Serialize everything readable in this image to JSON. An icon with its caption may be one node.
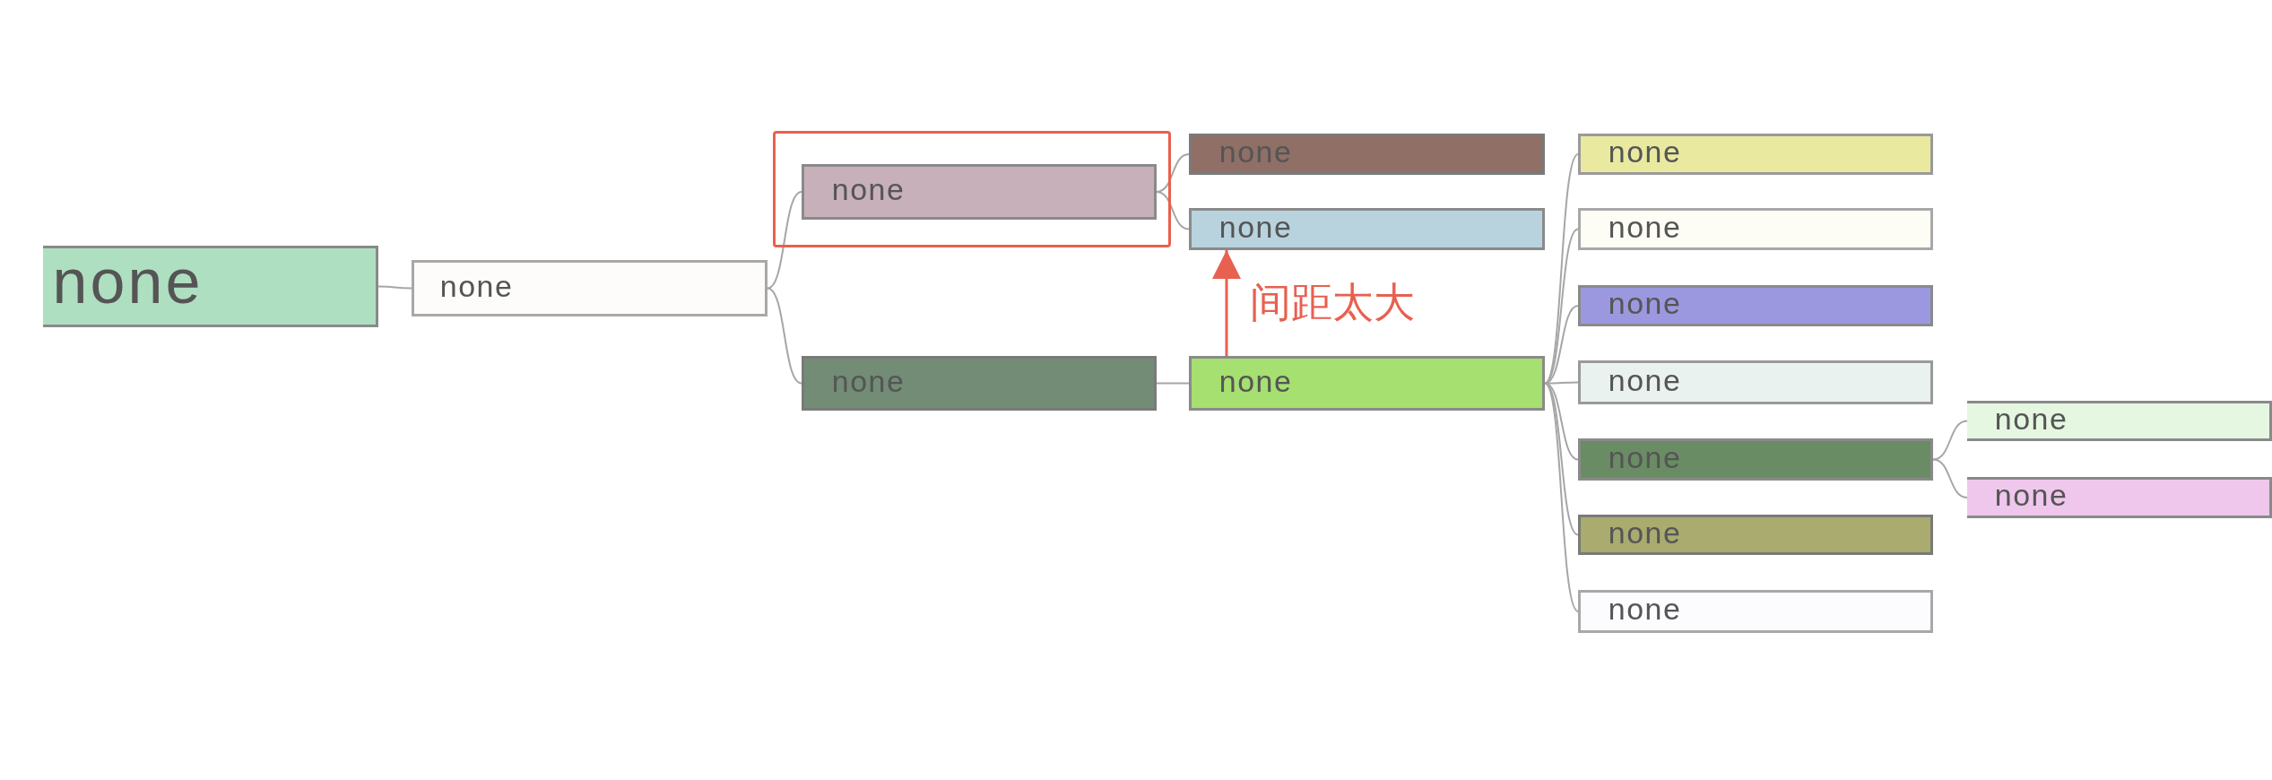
{
  "diagram": {
    "nodes": [
      {
        "text": [
          "none"
        ]
      },
      {
        "text": [
          "none"
        ]
      },
      {
        "text": [],
        "shape": "box"
      },
      {
        "text": [
          "none"
        ],
        "in": 2
      },
      {
        "text": [
          "none"
        ]
      },
      {
        "text": [
          "none"
        ]
      },
      {
        "text": [
          "none"
        ]
      },
      {
        "text": [
          "none"
        ]
      },
      {
        "text": [
          "none"
        ]
      },
      {
        "text": [
          "none"
        ]
      },
      {
        "text": [
          "none"
        ]
      },
      {
        "text": [
          "none"
        ]
      },
      {
        "text": [
          "none"
        ]
      },
      {
        "text": [
          "none"
        ]
      },
      {
        "text": [
          "none"
        ]
      },
      {
        "text": [
          "none"
        ]
      },
      {
        "text": [
          "none"
        ]
      }
    ],
    "edges": [
      {
        "from": 0,
        "to": 1,
        "arrow": "none"
      },
      {
        "from": 1,
        "to": 3,
        "arrow": "none"
      },
      {
        "from": 1,
        "to": 4,
        "arrow": "none"
      },
      {
        "from": 3,
        "to": 5,
        "arrow": "none"
      },
      {
        "from": 3,
        "to": 6,
        "arrow": "none"
      },
      {
        "from": 4,
        "to": 7,
        "arrow": "none"
      },
      {
        "from": 7,
        "to": 8,
        "arrow": "none"
      },
      {
        "from": 7,
        "to": 9,
        "arrow": "none"
      },
      {
        "from": 7,
        "to": 10,
        "arrow": "none"
      },
      {
        "from": 7,
        "to": 11,
        "arrow": "none"
      },
      {
        "from": 7,
        "to": 12,
        "arrow": "none"
      },
      {
        "from": 7,
        "to": 13,
        "arrow": "none"
      },
      {
        "from": 7,
        "to": 14,
        "arrow": "none"
      },
      {
        "from": 12,
        "to": 15,
        "arrow": "none"
      },
      {
        "from": 12,
        "to": 16,
        "arrow": "none"
      },
      {
        "from": 7,
        "to": 6,
        "arrow": "to",
        "label": "间距太大",
        "color": "#e8604f"
      }
    ]
  }
}
